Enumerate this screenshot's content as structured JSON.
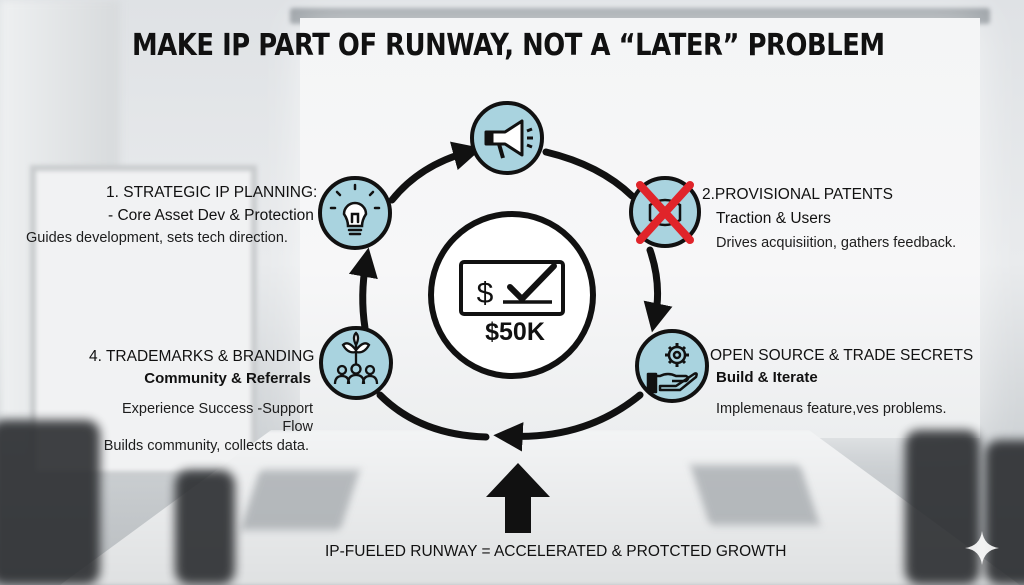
{
  "title": "MAKE IP PART OF RUNWAY, NOT A “LATER” PROBLEM",
  "center": {
    "amount": "$50K",
    "currency_glyph": "$",
    "icon": "check-card-icon"
  },
  "steps": [
    {
      "title": "1. STRATEGIC IP PLANNING:",
      "subtitle": "- Core Asset Dev & Protection",
      "desc": "Guides development, sets tech direction.",
      "icon": "lightbulb-icon"
    },
    {
      "title": "2.PROVISIONAL PATENTS",
      "subtitle": "Traction & Users",
      "desc": "Drives acquisiition, gathers feedback.",
      "icon": "crossed-out-icon"
    },
    {
      "title": "OPEN SOURCE & TRADE SECRETS",
      "subtitle": "Build & Iterate",
      "desc": "Implemenaus feature,ves problems.",
      "icon": "gear-hand-icon"
    },
    {
      "title": "4. TRADEMARKS & BRANDING",
      "subtitle": "Community & Referrals",
      "desc": "Experience Success -Support Flow",
      "desc2": "Builds community, collects data.",
      "icon": "plant-people-icon"
    }
  ],
  "top_icon": "megaphone-icon",
  "bottom": "IP-FUELED RUNWAY = ACCELERATED & PROTCTED GROWTH",
  "colors": {
    "node_fill": "#a9d3df",
    "ink": "#111111",
    "cross": "#e0242a"
  }
}
